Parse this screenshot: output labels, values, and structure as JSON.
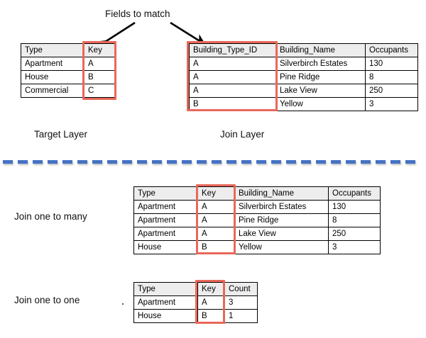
{
  "annotations": {
    "fields_to_match": "Fields to match",
    "arrow_left": "arrow-down-left",
    "arrow_right": "arrow-down-right"
  },
  "target_layer": {
    "caption": "Target Layer",
    "headers": [
      "Type",
      "Key"
    ],
    "rows": [
      [
        "Apartment",
        "A"
      ],
      [
        "House",
        "B"
      ],
      [
        "Commercial",
        "C"
      ]
    ],
    "highlight_column": "Key"
  },
  "join_layer": {
    "caption": "Join Layer",
    "headers": [
      "Building_Type_ID",
      "Building_Name",
      "Occupants"
    ],
    "rows": [
      [
        "A",
        "Silverbirch Estates",
        "130"
      ],
      [
        "A",
        "Pine Ridge",
        "8"
      ],
      [
        "A",
        "Lake View",
        "250"
      ],
      [
        "B",
        "Yellow",
        "3"
      ]
    ],
    "highlight_column": "Building_Type_ID"
  },
  "join_one_to_many": {
    "label": "Join one to many",
    "headers": [
      "Type",
      "Key",
      "Building_Name",
      "Occupants"
    ],
    "rows": [
      [
        "Apartment",
        "A",
        "Silverbirch Estates",
        "130"
      ],
      [
        "Apartment",
        "A",
        "Pine Ridge",
        "8"
      ],
      [
        "Apartment",
        "A",
        "Lake View",
        "250"
      ],
      [
        "House",
        "B",
        "Yellow",
        "3"
      ]
    ],
    "highlight_column": "Key"
  },
  "join_one_to_one": {
    "label": "Join one to one",
    "headers": [
      "Type",
      "Key",
      "Count"
    ],
    "rows": [
      [
        "Apartment",
        "A",
        "3"
      ],
      [
        "House",
        "B",
        "1"
      ]
    ],
    "highlight_column": "Key"
  },
  "colors": {
    "highlight": "#e8685a",
    "divider": "#4472c4",
    "header_fill": "#ededed",
    "border": "#000000"
  }
}
